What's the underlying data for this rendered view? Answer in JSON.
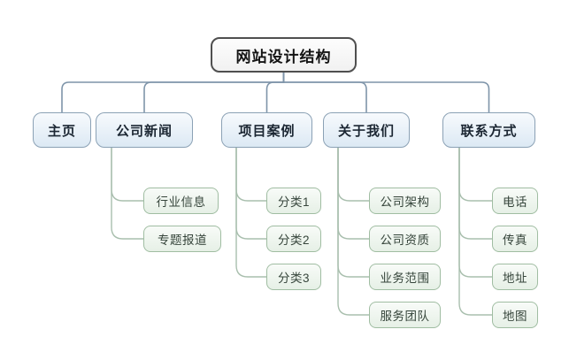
{
  "diagram": {
    "root": {
      "label": "网站设计结构"
    },
    "branches": [
      {
        "id": "home",
        "label": "主页",
        "children": []
      },
      {
        "id": "news",
        "label": "公司新闻",
        "children": [
          {
            "label": "行业信息"
          },
          {
            "label": "专题报道"
          }
        ]
      },
      {
        "id": "cases",
        "label": "项目案例",
        "children": [
          {
            "label": "分类1"
          },
          {
            "label": "分类2"
          },
          {
            "label": "分类3"
          }
        ]
      },
      {
        "id": "about",
        "label": "关于我们",
        "children": [
          {
            "label": "公司架构"
          },
          {
            "label": "公司资质"
          },
          {
            "label": "业务范围"
          },
          {
            "label": "服务团队"
          }
        ]
      },
      {
        "id": "contact",
        "label": "联系方式",
        "children": [
          {
            "label": "电话"
          },
          {
            "label": "传真"
          },
          {
            "label": "地址"
          },
          {
            "label": "地图"
          }
        ]
      }
    ],
    "colors": {
      "level1_line": "#7e94a9",
      "level2_line": "#a9bfae",
      "root_border": "#4f4f4f",
      "level2_border": "#8ba1b5",
      "level2_fill": "#dce9f4",
      "level3_border": "#a0bda2",
      "level3_fill": "#e6f0e6",
      "background": "#ffffff"
    }
  }
}
